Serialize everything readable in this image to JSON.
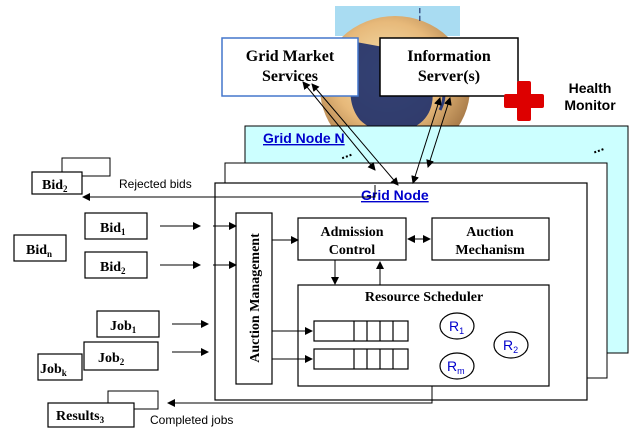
{
  "grid_market": {
    "line1": "Grid Market",
    "line2": "Services"
  },
  "info_server": {
    "line1": "Information",
    "line2": "Server(s)"
  },
  "health": {
    "line1": "Health",
    "line2": "Monitor"
  },
  "grid_node_n": "Grid Node N",
  "grid_node": "Grid Node",
  "rejected_bids": "Rejected bids",
  "completed_jobs": "Completed jobs",
  "bids": {
    "bid2_top": "Bid",
    "bid1": "Bid",
    "bidn": "Bid",
    "bid2": "Bid"
  },
  "bid_subs": {
    "bid2_top": "2",
    "bid1": "1",
    "bidn": "n",
    "bid2": "2"
  },
  "jobs": {
    "job1": "Job",
    "job2": "Job",
    "jobk": "Job"
  },
  "job_subs": {
    "job1": "1",
    "job2": "2",
    "jobk": "k"
  },
  "results": "Results",
  "results_sub": "3",
  "auction_management": "Auction Management",
  "admission": {
    "line1": "Admission",
    "line2": "Control"
  },
  "auction_mechanism": {
    "line1": "Auction",
    "line2": "Mechanism"
  },
  "resource_scheduler": "Resource Scheduler",
  "resources": {
    "r1": {
      "letter": "R",
      "sub": "1"
    },
    "r2": {
      "letter": "R",
      "sub": "2"
    },
    "rm": {
      "letter": "R",
      "sub": "m"
    }
  },
  "colors": {
    "node_n_fill": "#ccffff",
    "title_blue": "#0000cc",
    "health_red": "#dd0000"
  }
}
